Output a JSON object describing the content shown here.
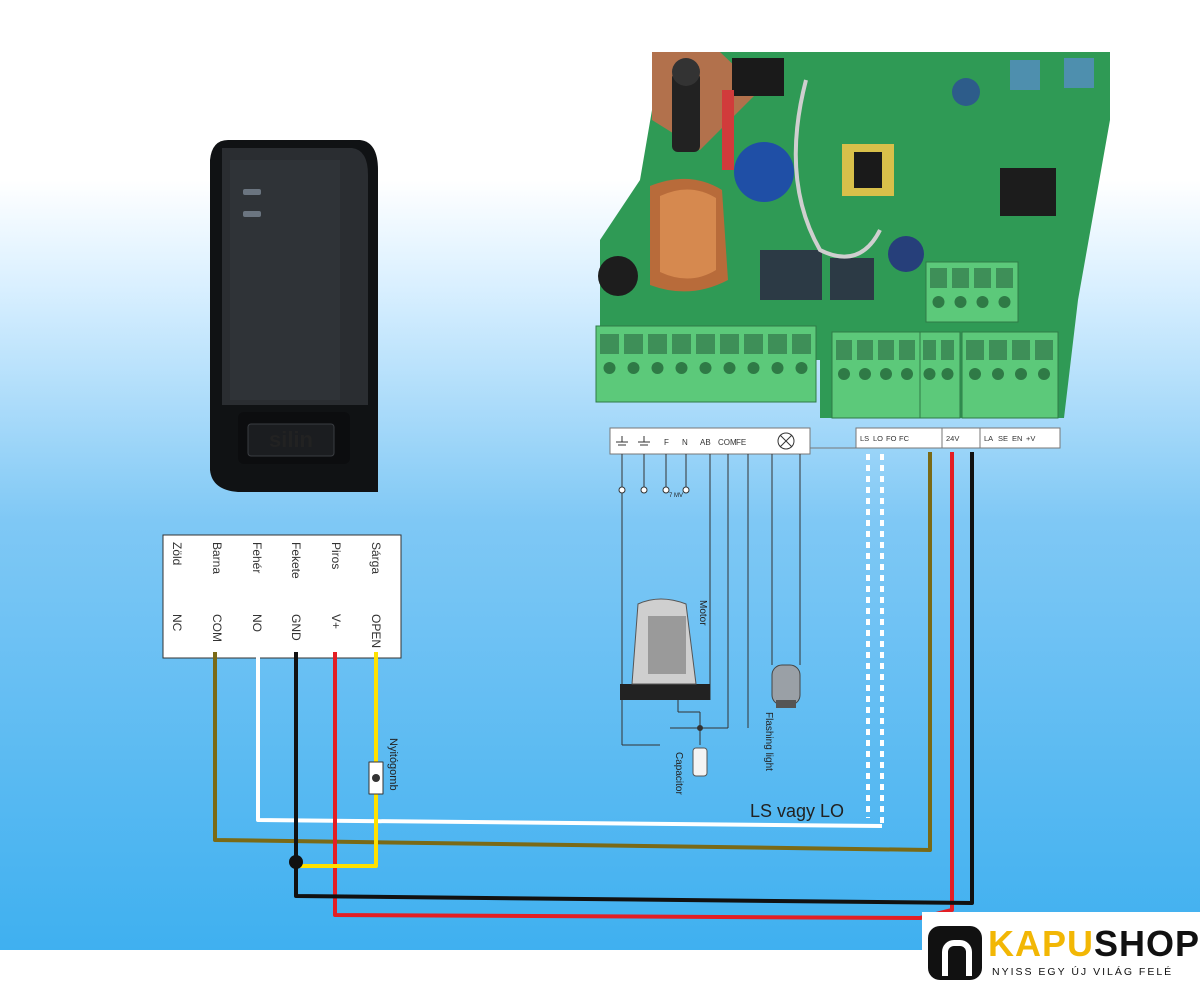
{
  "reader": {
    "brand": "silin",
    "wire_colors": [
      "Zöld",
      "Barna",
      "Fehér",
      "Fekete",
      "Piros",
      "Sárga"
    ],
    "terminals": [
      "NC",
      "COM",
      "NO",
      "GND",
      "V+",
      "OPEN"
    ]
  },
  "controller": {
    "terminal_labels_left": [
      "F",
      "N",
      "AB",
      "COM",
      "FE"
    ],
    "terminal_labels_mid": [
      "LS",
      "LO",
      "FO",
      "FC"
    ],
    "terminal_labels_right_a": [
      "24V"
    ],
    "terminal_labels_right_b": [
      "LA",
      "SE",
      "EN",
      "+V"
    ],
    "supply_label": "7 MV"
  },
  "components": {
    "motor": "Motor",
    "capacitor": "Capacitor",
    "flashing_light": "Flashing light",
    "push_button": "Nyitógomb"
  },
  "annotation": "LS vagy LO",
  "logo": {
    "kapu": "KAPU",
    "shop": "SHOP",
    "tagline": "NYISS EGY ÚJ VILÁG FELÉ"
  },
  "colors": {
    "wire_brown": "#7a6a16",
    "wire_white": "#ffffff",
    "wire_black": "#111111",
    "wire_red": "#e31e24",
    "wire_yellow": "#ffe100",
    "pcb_green": "#2f9a55",
    "terminal_green": "#5cc97a",
    "logo_yellow": "#f2b705"
  }
}
